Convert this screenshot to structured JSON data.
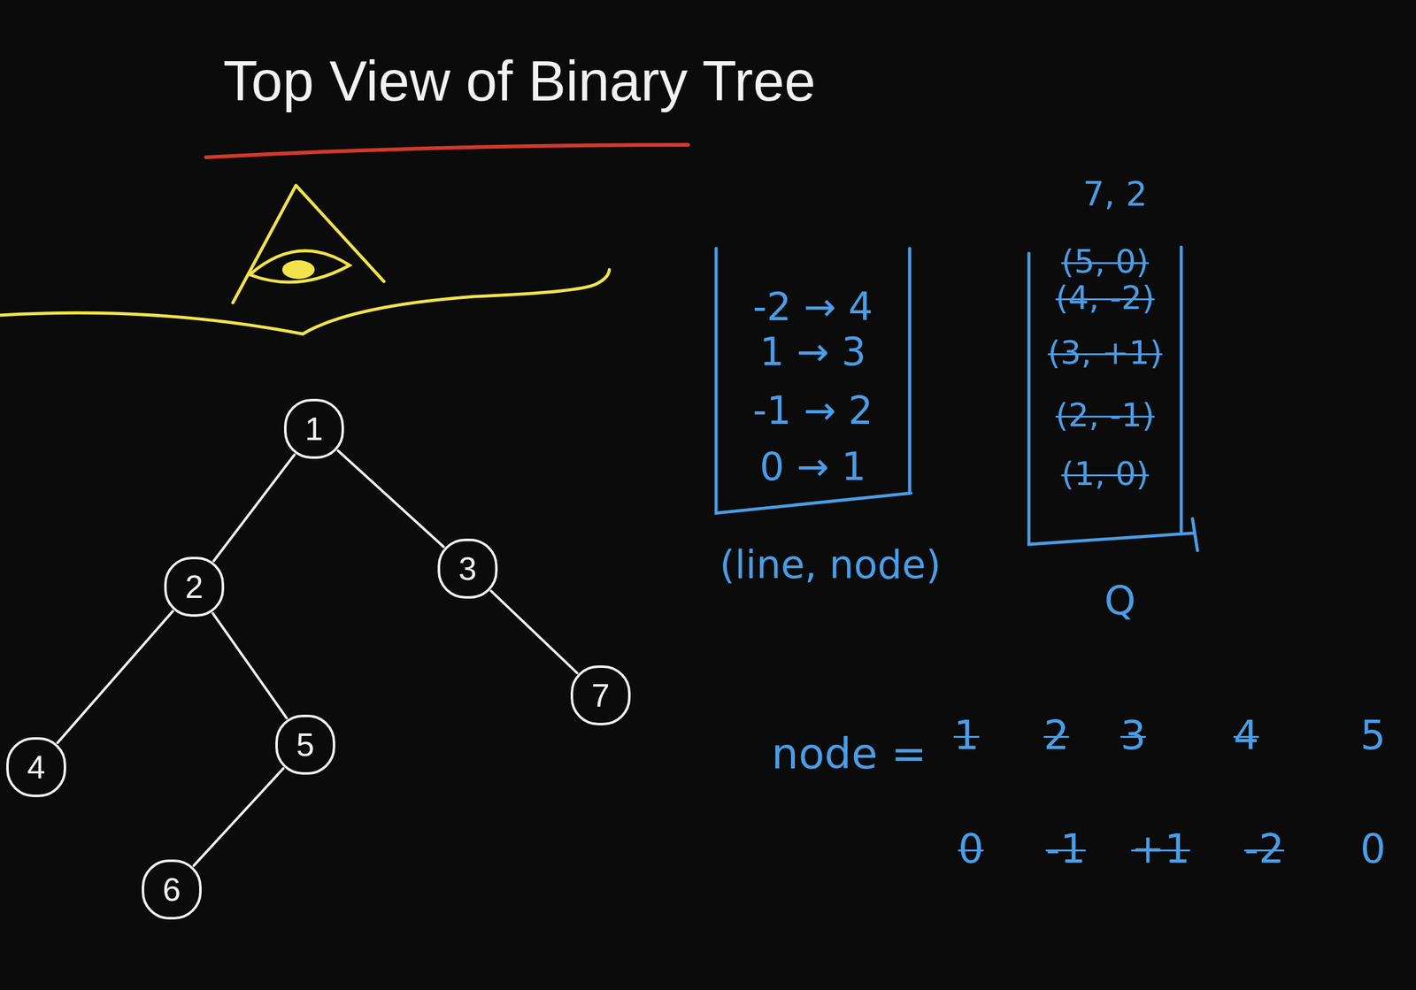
{
  "diagram": {
    "title": "Top View of Binary Tree",
    "nodes": [
      {
        "text": [
          "1"
        ]
      },
      {
        "text": [
          "2"
        ]
      },
      {
        "text": [
          "3"
        ]
      },
      {
        "text": [
          "4"
        ]
      },
      {
        "text": [
          "5"
        ]
      },
      {
        "text": [
          "6"
        ]
      },
      {
        "text": [
          "7"
        ]
      },
      {
        "text": [
          "-2 → 4",
          "1 → 3",
          "-1 → 2",
          "0 → 1"
        ]
      },
      {
        "text": [
          "(5, 0)",
          "(4, -2)",
          "(3, +1)",
          "(2, -1)",
          "(1, 0)"
        ]
      }
    ],
    "edges": [
      {
        "from": 0,
        "to": 1,
        "arrow": "none"
      },
      {
        "from": 0,
        "to": 2,
        "arrow": "none"
      },
      {
        "from": 1,
        "to": 3,
        "arrow": "none"
      },
      {
        "from": 1,
        "to": 4,
        "arrow": "none"
      },
      {
        "from": 2,
        "to": 6,
        "arrow": "none"
      },
      {
        "from": 4,
        "to": 5,
        "arrow": "none"
      }
    ],
    "labels": [
      "(line, node)",
      "7, 2",
      "Q",
      "node =",
      "1",
      "2",
      "3",
      "4",
      "5",
      "0",
      "-1",
      "+1",
      "-2",
      "0"
    ]
  }
}
